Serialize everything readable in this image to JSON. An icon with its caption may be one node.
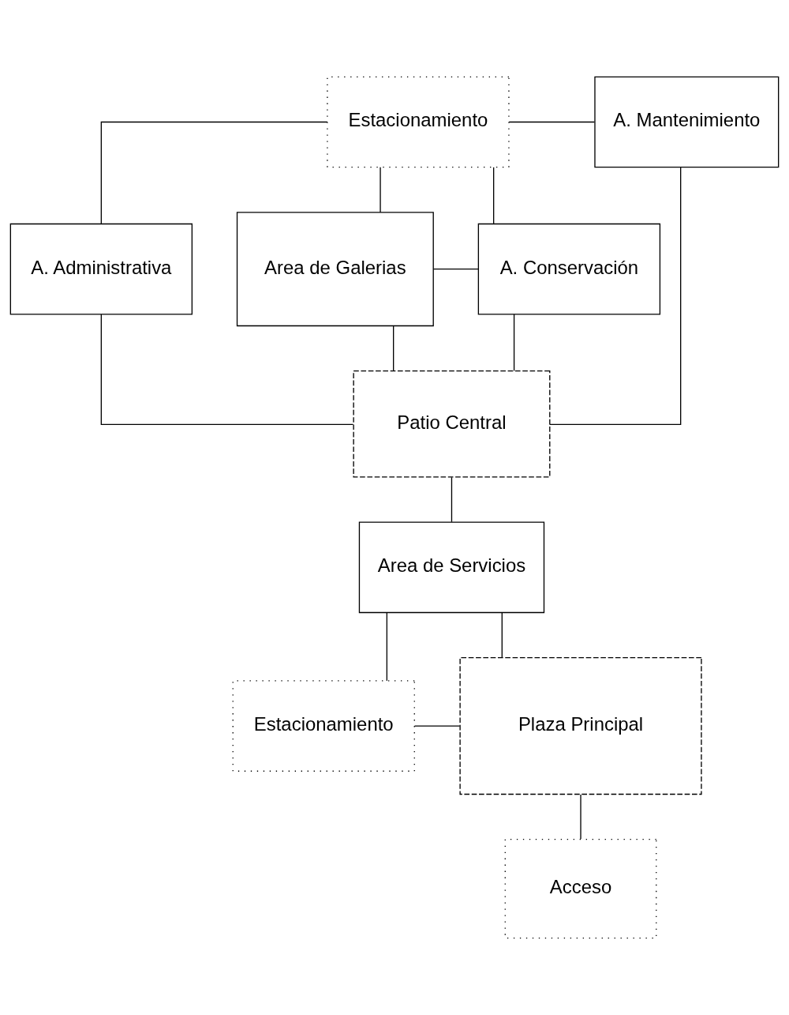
{
  "diagram": {
    "nodes": [
      {
        "text": [
          "Estacionamiento"
        ]
      },
      {
        "text": [
          "A. Mantenimiento"
        ]
      },
      {
        "text": [
          "A. Administrativa"
        ]
      },
      {
        "text": [
          "Area de Galerias"
        ]
      },
      {
        "text": [
          "A. Conservación"
        ]
      },
      {
        "text": [
          "Patio Central"
        ]
      },
      {
        "text": [
          "Area de Servicios"
        ]
      },
      {
        "text": [
          "Estacionamiento"
        ]
      },
      {
        "text": [
          "Plaza Principal"
        ]
      },
      {
        "text": [
          "Acceso"
        ]
      }
    ],
    "edges": [
      {
        "from": 0,
        "to": 1,
        "arrow": "none"
      },
      {
        "from": 0,
        "to": 2,
        "arrow": "none"
      },
      {
        "from": 0,
        "to": 3,
        "arrow": "none"
      },
      {
        "from": 0,
        "to": 4,
        "arrow": "none"
      },
      {
        "from": 3,
        "to": 4,
        "arrow": "none"
      },
      {
        "from": 2,
        "to": 5,
        "arrow": "none"
      },
      {
        "from": 3,
        "to": 5,
        "arrow": "none"
      },
      {
        "from": 4,
        "to": 5,
        "arrow": "none"
      },
      {
        "from": 1,
        "to": 5,
        "arrow": "none"
      },
      {
        "from": 5,
        "to": 6,
        "arrow": "none"
      },
      {
        "from": 6,
        "to": 7,
        "arrow": "none"
      },
      {
        "from": 6,
        "to": 8,
        "arrow": "none"
      },
      {
        "from": 7,
        "to": 8,
        "arrow": "none"
      },
      {
        "from": 8,
        "to": 9,
        "arrow": "none"
      }
    ]
  }
}
